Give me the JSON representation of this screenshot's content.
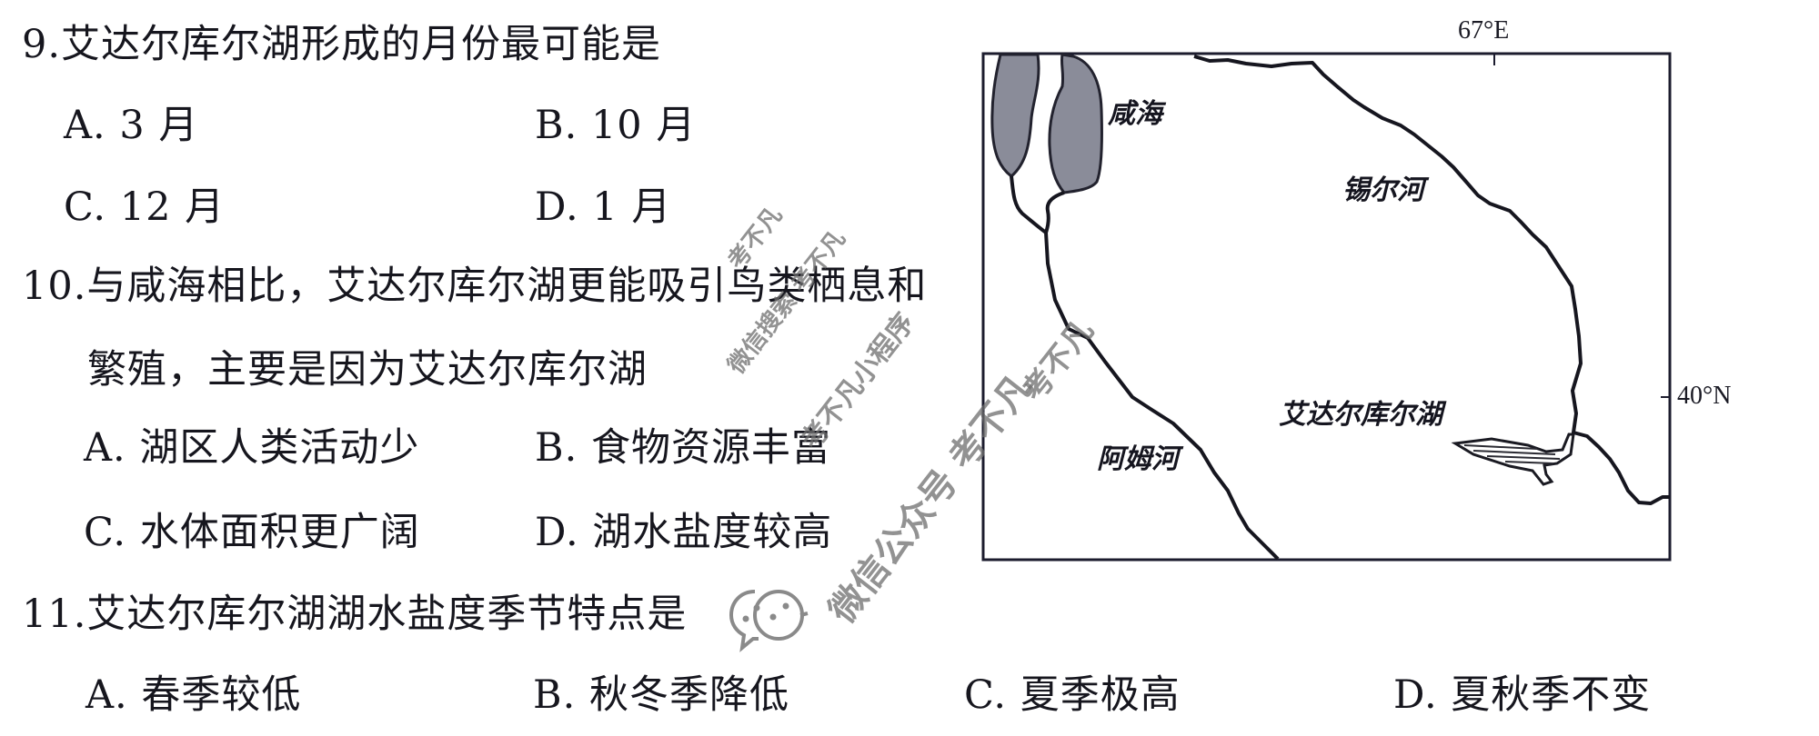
{
  "questions": [
    {
      "number": "9.",
      "stem": "艾达尔库尔湖形成的月份最可能是",
      "options": [
        {
          "label": "A.",
          "text": "3 月"
        },
        {
          "label": "B.",
          "text": "10 月"
        },
        {
          "label": "C.",
          "text": "12 月"
        },
        {
          "label": "D.",
          "text": "1 月"
        }
      ]
    },
    {
      "number": "10.",
      "stem_line1": "与咸海相比，艾达尔库尔湖更能吸引鸟类栖息和",
      "stem_line2": "繁殖，主要是因为艾达尔库尔湖",
      "options": [
        {
          "label": "A.",
          "text": "湖区人类活动少"
        },
        {
          "label": "B.",
          "text": "食物资源丰富"
        },
        {
          "label": "C.",
          "text": "水体面积更广阔"
        },
        {
          "label": "D.",
          "text": "湖水盐度较高"
        }
      ]
    },
    {
      "number": "11.",
      "stem": "艾达尔库尔湖湖水盐度季节特点是",
      "options": [
        {
          "label": "A.",
          "text": "春季较低"
        },
        {
          "label": "B.",
          "text": "秋冬季降低"
        },
        {
          "label": "C.",
          "text": "夏季极高"
        },
        {
          "label": "D.",
          "text": "夏秋季不变"
        }
      ]
    }
  ],
  "map": {
    "longitude_label": "67°E",
    "latitude_label": "40°N",
    "labels": {
      "aral_sea": "咸海",
      "syr_darya": "锡尔河",
      "amu_darya": "阿姆河",
      "aydar_lake": "艾达尔库尔湖"
    },
    "colors": {
      "frame": "#1c1c2e",
      "river": "#16161f",
      "lake_fill": "#8a8c99"
    }
  },
  "watermarks": [
    "考不凡",
    "微信搜索 考不凡",
    "考不凡小程序",
    "考不凡",
    "微信公众号 考不凡"
  ]
}
